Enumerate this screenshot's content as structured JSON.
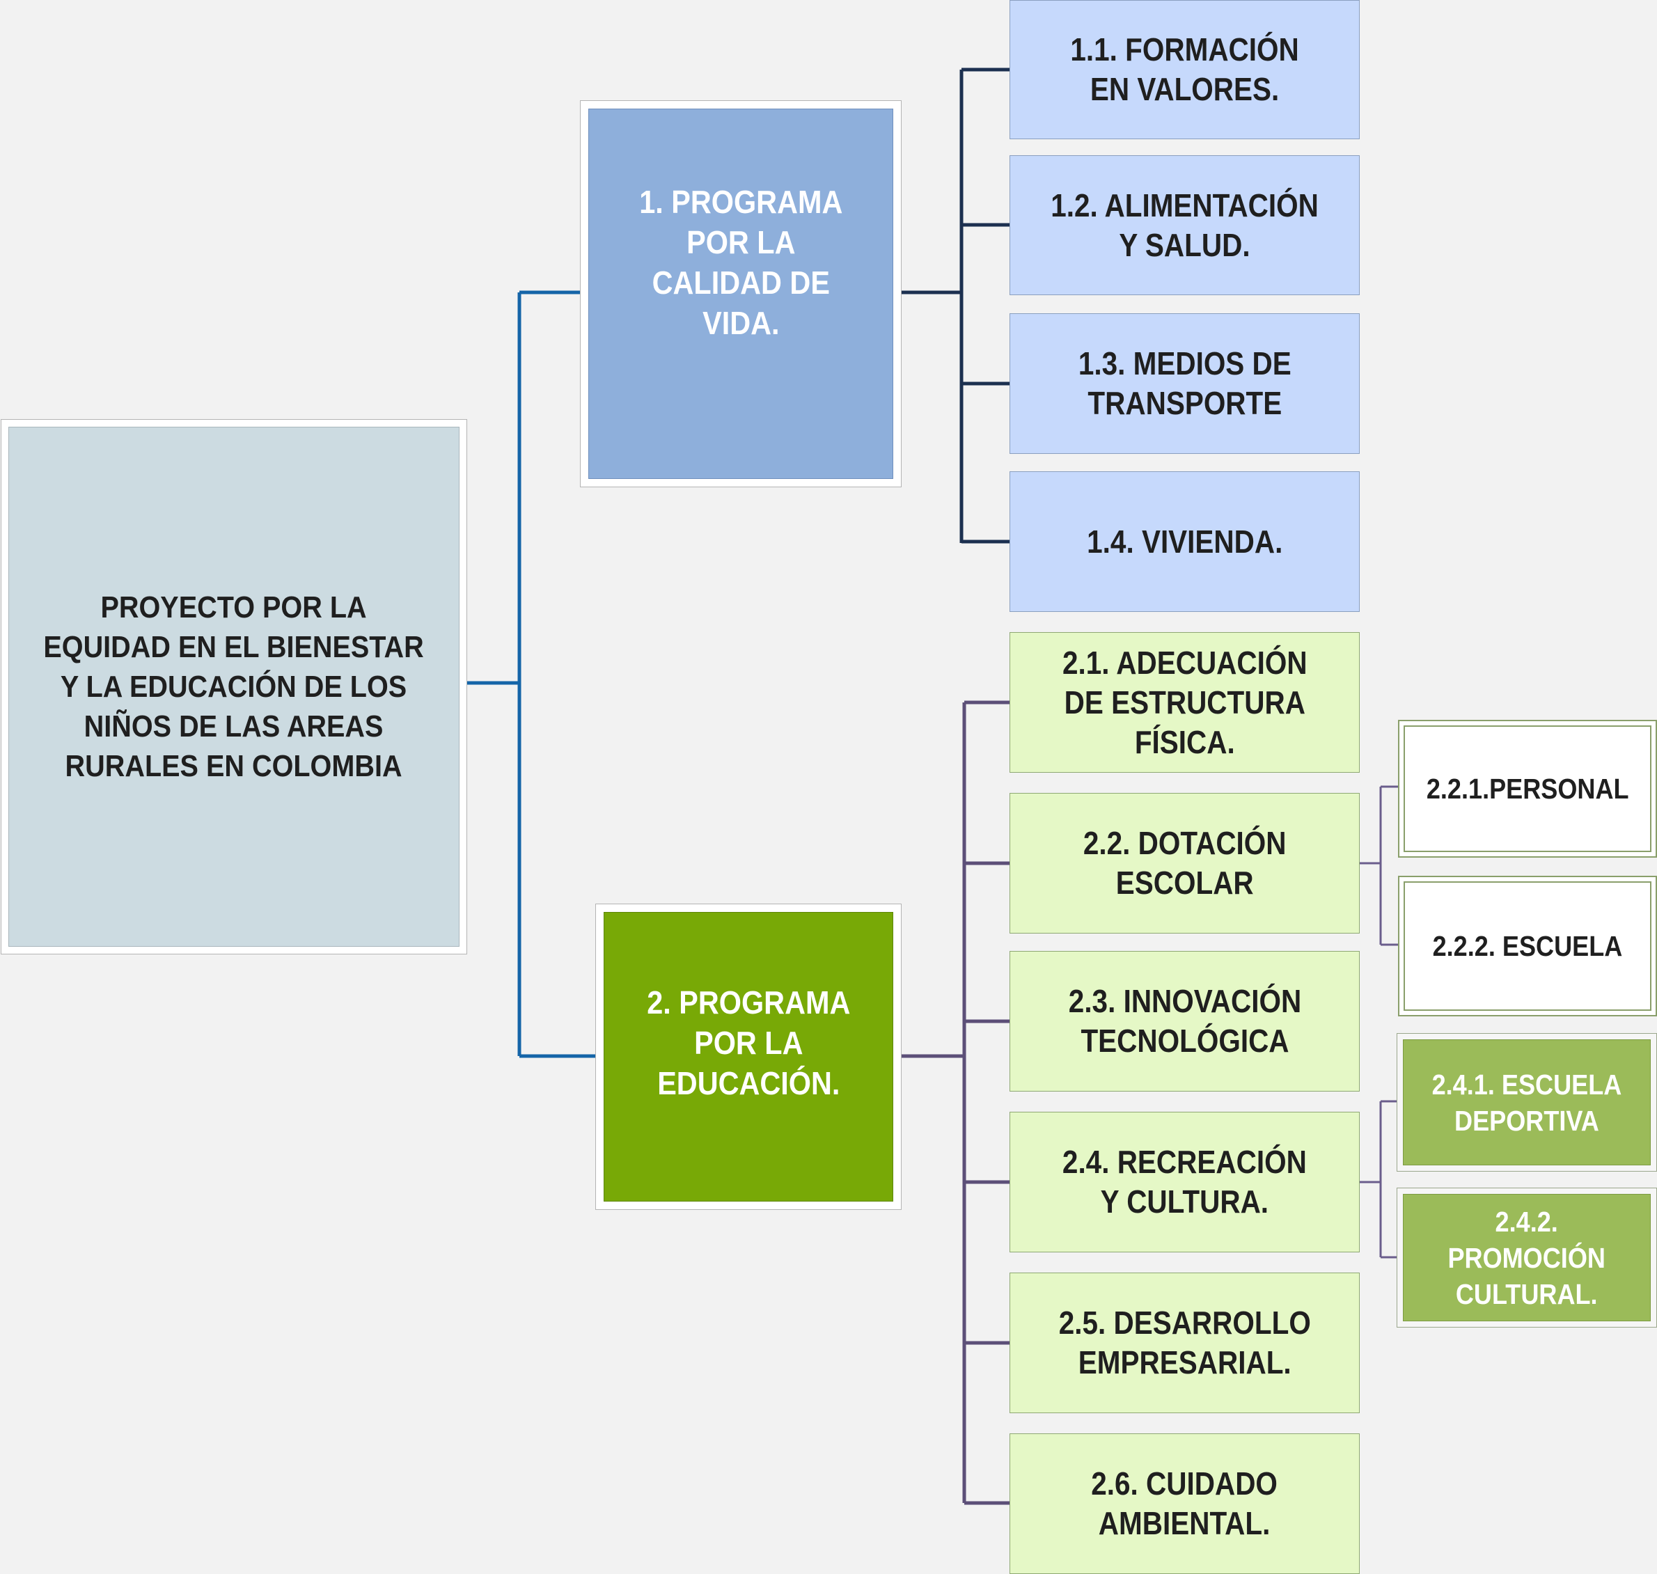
{
  "root": {
    "label": "PROYECTO POR LA\nEQUIDAD EN EL BIENESTAR\nY LA EDUCACIÓN DE LOS\nNIÑOS DE LAS AREAS\nRURALES EN COLOMBIA"
  },
  "program1": {
    "label": "1. PROGRAMA\nPOR LA\nCALIDAD DE\nVIDA.",
    "children": [
      "1.1. FORMACIÓN\nEN VALORES.",
      "1.2. ALIMENTACIÓN\nY SALUD.",
      "1.3. MEDIOS DE\nTRANSPORTE",
      "1.4. VIVIENDA."
    ]
  },
  "program2": {
    "label": "2. PROGRAMA\nPOR LA\nEDUCACIÓN.",
    "children": [
      "2.1. ADECUACIÓN\nDE ESTRUCTURA\nFÍSICA.",
      "2.2. DOTACIÓN\nESCOLAR",
      "2.3. INNOVACIÓN\nTECNOLÓGICA",
      "2.4. RECREACIÓN\nY CULTURA.",
      "2.5. DESARROLLO\nEMPRESARIAL.",
      "2.6. CUIDADO\nAMBIENTAL."
    ],
    "sub_2_2": [
      "2.2.1.PERSONAL",
      "2.2.2. ESCUELA"
    ],
    "sub_2_4": [
      "2.4.1. ESCUELA\nDEPORTIVA",
      "2.4.2.\nPROMOCIÓN\nCULTURAL."
    ]
  },
  "colors": {
    "background": "#f2f2f2",
    "root_fill": "#ccdbe1",
    "program1_fill": "#8eafdb",
    "program2_fill": "#78a906",
    "level2_blue": "#c6d9fc",
    "level2_green": "#e5f8c6",
    "level3_green": "#9bbb59",
    "connector_root": "#1565a8",
    "connector_p1": "#1c3050",
    "connector_p2": "#5c4f78"
  }
}
